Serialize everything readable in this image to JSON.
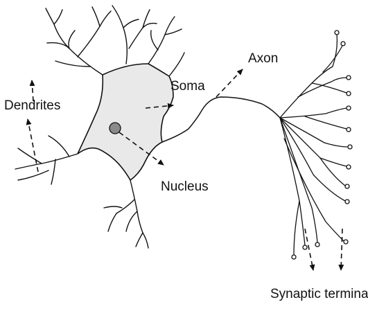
{
  "labels": {
    "dendrites": "Dendrites",
    "soma": "Soma",
    "axon": "Axon",
    "nucleus": "Nucleus",
    "synaptic_terminals": "Synaptic terminals"
  },
  "colors": {
    "stroke": "#111111",
    "soma_fill": "#e9e9e9",
    "nucleus_fill": "#8a8a8a",
    "background": "#ffffff"
  }
}
